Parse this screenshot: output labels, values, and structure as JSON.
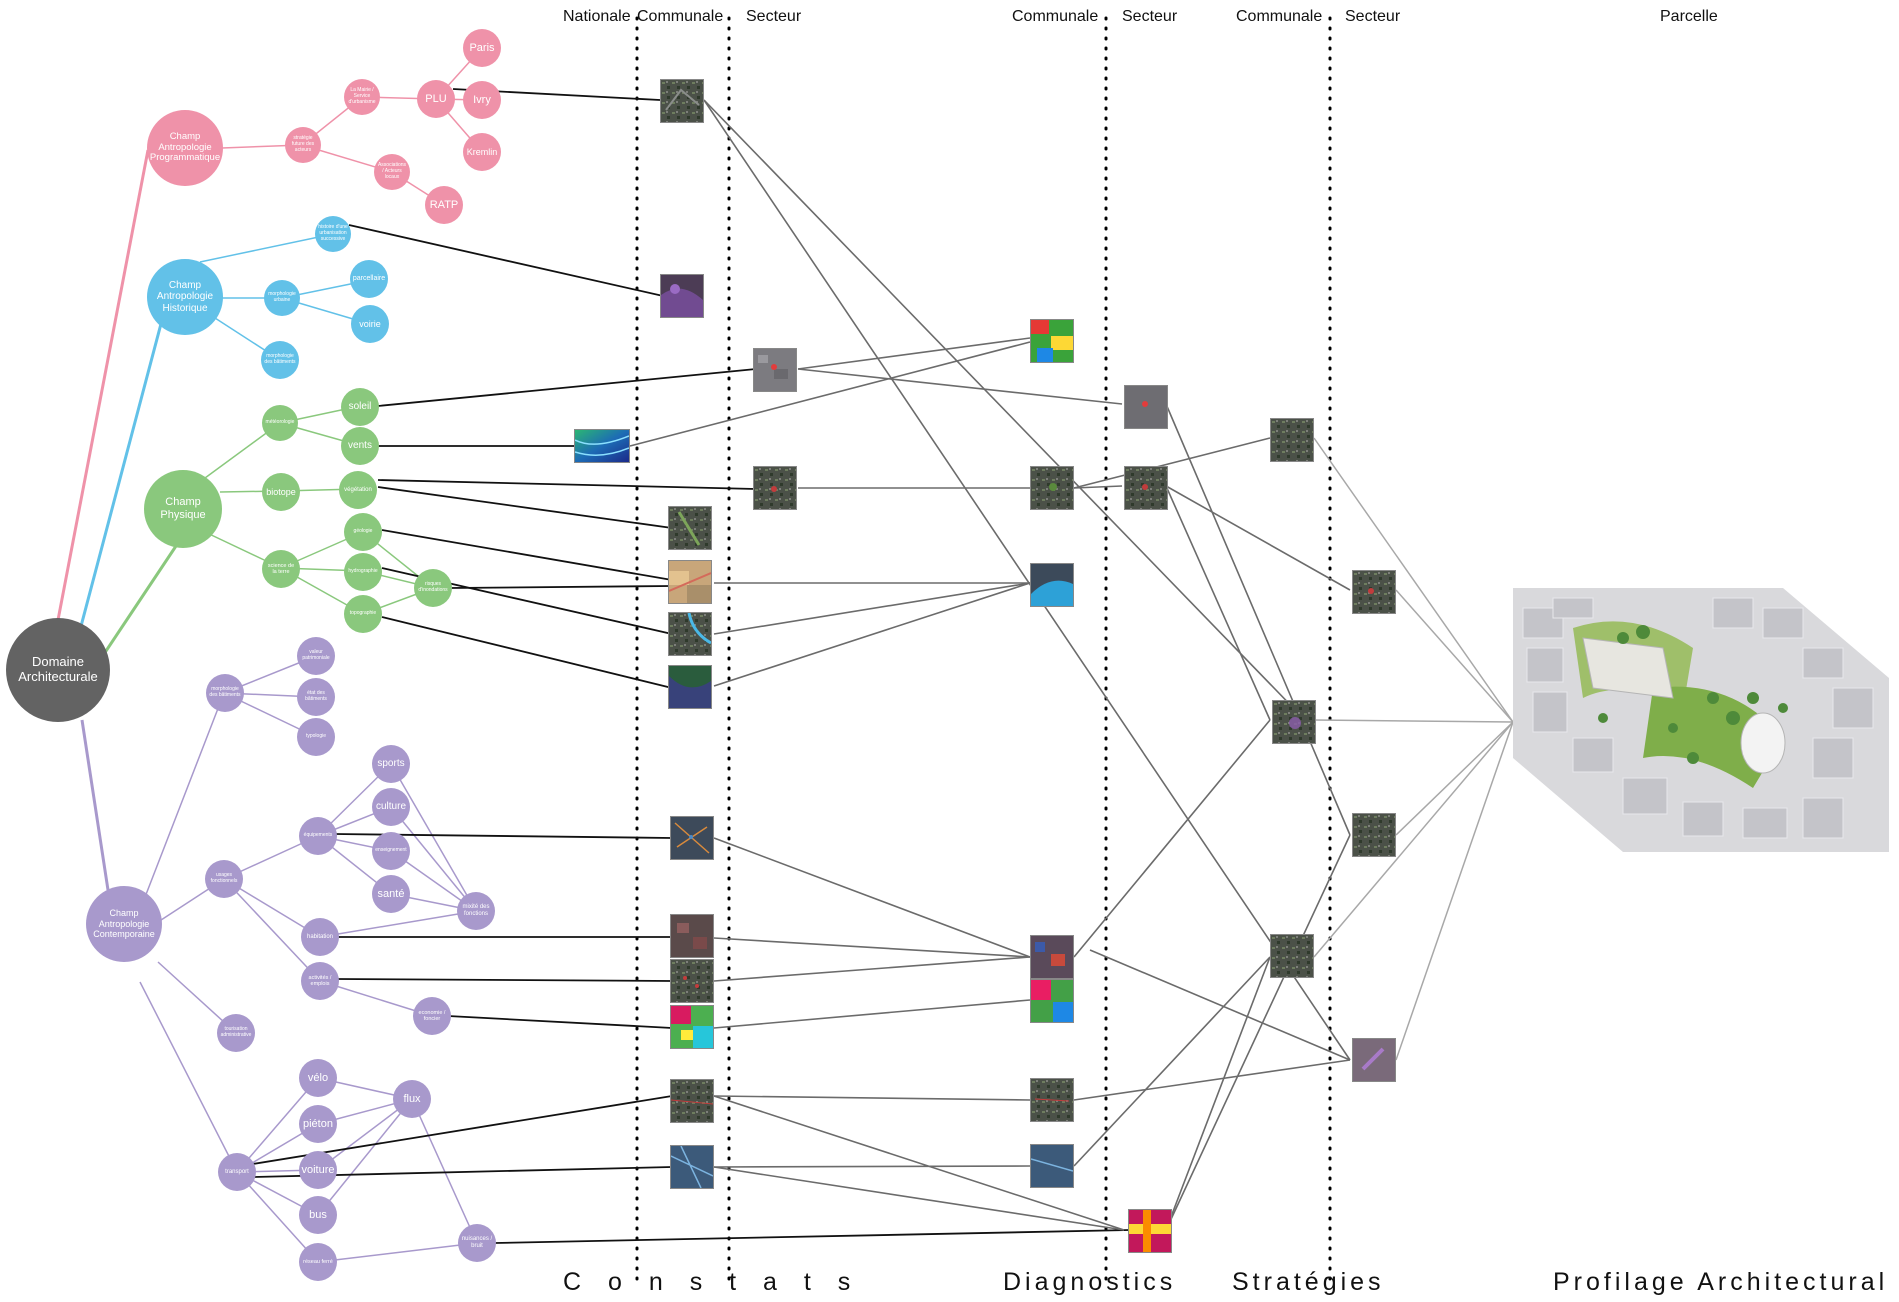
{
  "headers": {
    "nationale": "Nationale",
    "communale_1": "Communale",
    "secteur_1": "Secteur",
    "communale_2": "Communale",
    "secteur_2": "Secteur",
    "communale_3": "Communale",
    "secteur_3": "Secteur",
    "parcelle": "Parcelle"
  },
  "phases": {
    "constats": "C o n s t a t s",
    "diagnostics": "Diagnostics",
    "strategies": "Stratégies",
    "profilage": "Profilage Architectural"
  },
  "root": {
    "label": "Domaine Architecturale",
    "color": "#636363"
  },
  "fields": {
    "programmatique": {
      "label": "Champ Antropologie Programmatique",
      "color": "#ef92a9"
    },
    "historique": {
      "label": "Champ Antropologie Historique",
      "color": "#62c1e8"
    },
    "physique": {
      "label": "Champ Physique",
      "color": "#8ac87d"
    },
    "contemporaine": {
      "label": "Champ Antropologie Contemporaine",
      "color": "#a899cc"
    }
  },
  "nodes": {
    "strategie_future": "stratégie future des acteurs",
    "mairie": "La Mairie / Service d'urbanisme",
    "plu": "PLU",
    "paris": "Paris",
    "ivry": "Ivry",
    "kremlin": "Kremlin",
    "associations": "Associations / Acteurs locaux",
    "ratp": "RATP",
    "histoire": "histoire d'une urbanisation successive",
    "morpho_urbaine": "morphologie urbaine",
    "parcellaire": "parcellaire",
    "voirie": "voirie",
    "morpho_bati": "morphologie des bâtiments",
    "meteorologie": "météorologie",
    "soleil": "soleil",
    "vents": "vents",
    "biotope": "biotope",
    "vegetation": "végétation",
    "science_terre": "science de la terre",
    "geologie": "géologie",
    "hydrographie": "hydrographie",
    "topographie": "topographie",
    "risques": "risques d'inondations",
    "morpho_batiments": "morphologie des bâtiments",
    "valeur": "valeur patrimoniale",
    "etat": "état des bâtiments",
    "typologie": "typologie",
    "usages": "usages fonctionnels",
    "equipements": "équipements",
    "sports": "sports",
    "culture": "culture",
    "enseignement": "enseignement",
    "sante": "santé",
    "mixite": "mixité des fonctions",
    "habitation": "habitation",
    "activites": "activités / emplois",
    "economie": "economie / foncier",
    "tourisation": "tourisation administrative",
    "transport": "transport",
    "velo": "vélo",
    "pieton": "piéton",
    "voiture": "voiture",
    "bus": "bus",
    "flux": "flux",
    "reseau": "réseau ferré",
    "nuisances": "nuisances / bruit"
  },
  "colors": {
    "pink": "#ef92a9",
    "blue": "#62c1e8",
    "green": "#8ac87d",
    "purple": "#a899cc",
    "root": "#636363"
  }
}
